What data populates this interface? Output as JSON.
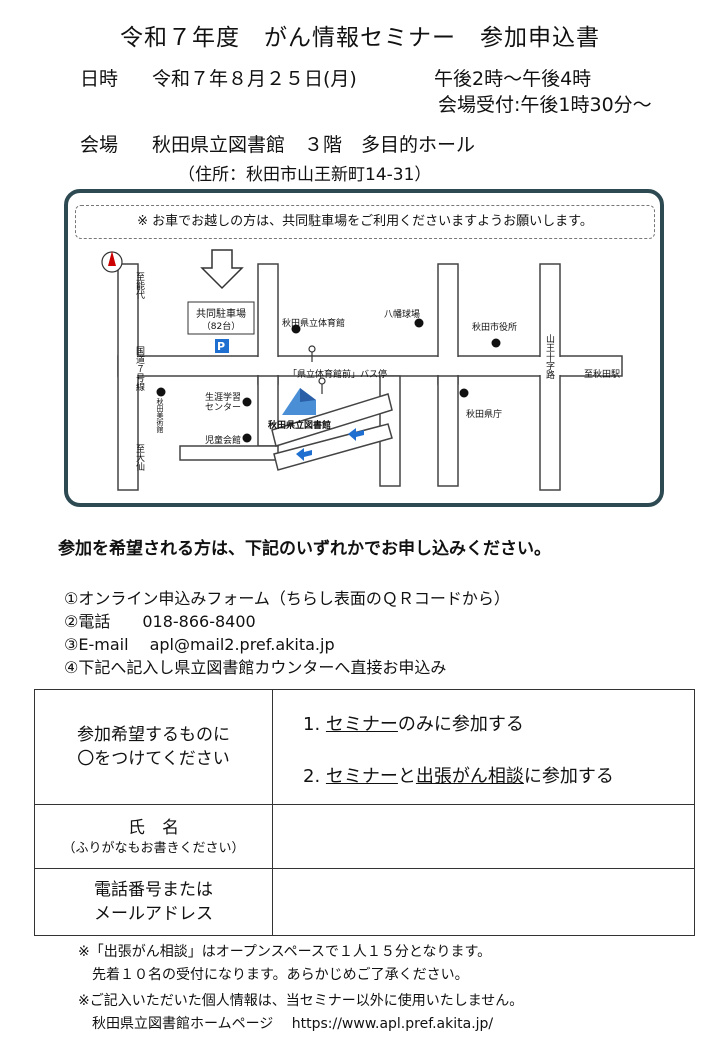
{
  "title": "令和７年度　がん情報セミナー　参加申込書",
  "date": {
    "label": "日時",
    "value": "令和７年８月２５日(月)",
    "time": "午後2時〜午後4時",
    "reception": "会場受付:午後1時30分〜"
  },
  "venue": {
    "label": "会場",
    "value": "秋田県立図書館　３階　多目的ホール",
    "address": "（住所：秋田市山王新町14-31）"
  },
  "map": {
    "notice": "※ お車でお越しの方は、共同駐車場をご利用くださいますようお願いします。",
    "parking_label": "共同駐車場",
    "parking_spaces": "（82台）",
    "parking_icon": "P",
    "labels": {
      "gym": "秋田県立体育館",
      "hakkyo": "八幡球場",
      "city_hall": "秋田市役所",
      "bus_stop": "「県立体育館前」バス停",
      "lifelong": "生涯学習\nセンター",
      "children": "児童会館",
      "pref_office": "秋田県庁",
      "library": "秋田県立図書館",
      "to_akita_st": "至秋田駅"
    },
    "vertical_labels": {
      "to_noshiro": "至能代",
      "route7": "国道７号線",
      "to_omagari": "至大仙",
      "sannou": "山王十字路",
      "art_museum": "秋田美術館"
    }
  },
  "instruction": "参加を希望される方は、下記のいずれかでお申し込みください。",
  "methods": [
    "①オンライン申込みフォーム（ちらし表面のＱＲコードから）",
    "②電話　　018-866-8400",
    "③E-mail　 apl@mail2.pref.akita.jp",
    "④下記へ記入し県立図書館カウンターへ直接お申込み"
  ],
  "form": {
    "choice_label_1": "参加希望するものに",
    "choice_label_2": "〇をつけてください",
    "option1_num": "1.",
    "option1_u": "セミナー",
    "option1_rest": "のみに参加する",
    "option2_num": "2.",
    "option2_u1": "セミナー",
    "option2_mid": "と",
    "option2_u2": "出張がん相談",
    "option2_rest": "に参加する",
    "name_label": "氏　名",
    "name_note": "（ふりがなもお書きください）",
    "contact_label_1": "電話番号または",
    "contact_label_2": "メールアドレス"
  },
  "footnotes": [
    "※「出張がん相談」はオープンスペースで１人１５分となります。",
    "　先着１０名の受付になります。あらかじめご了承ください。",
    "※ご記入いただいた個人情報は、当セミナー以外に使用いたしません。",
    "　秋田県立図書館ホームページ　 https://www.apl.pref.akita.jp/"
  ]
}
